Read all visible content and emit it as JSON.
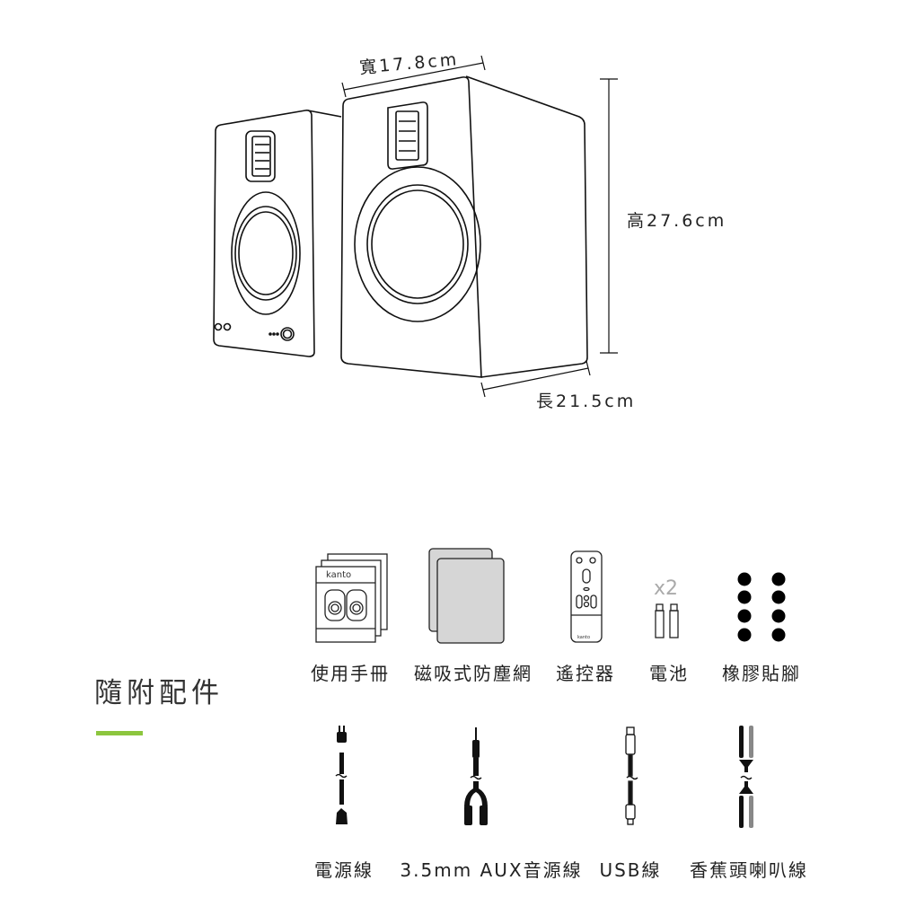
{
  "dimensions": {
    "width": "寬17.8cm",
    "height": "高27.6cm",
    "depth": "長21.5cm"
  },
  "section_title": "隨附配件",
  "accent_color": "#8cc63e",
  "accessories": [
    {
      "label": "使用手冊",
      "icon": "manual-icon",
      "brand": "kanto"
    },
    {
      "label": "磁吸式防塵網",
      "icon": "grille-icon"
    },
    {
      "label": "遙控器",
      "icon": "remote-icon",
      "brand": "kanto"
    },
    {
      "label": "電池",
      "icon": "battery-icon",
      "qty": "x2"
    },
    {
      "label": "橡膠貼腳",
      "icon": "rubber-feet-icon"
    }
  ],
  "cables": [
    {
      "label": "電源線",
      "icon": "power-cable-icon"
    },
    {
      "label": "3.5mm AUX音源線",
      "icon": "aux-cable-icon"
    },
    {
      "label": "USB線",
      "icon": "usb-cable-icon"
    },
    {
      "label": "香蕉頭喇叭線",
      "icon": "speaker-wire-icon"
    }
  ]
}
